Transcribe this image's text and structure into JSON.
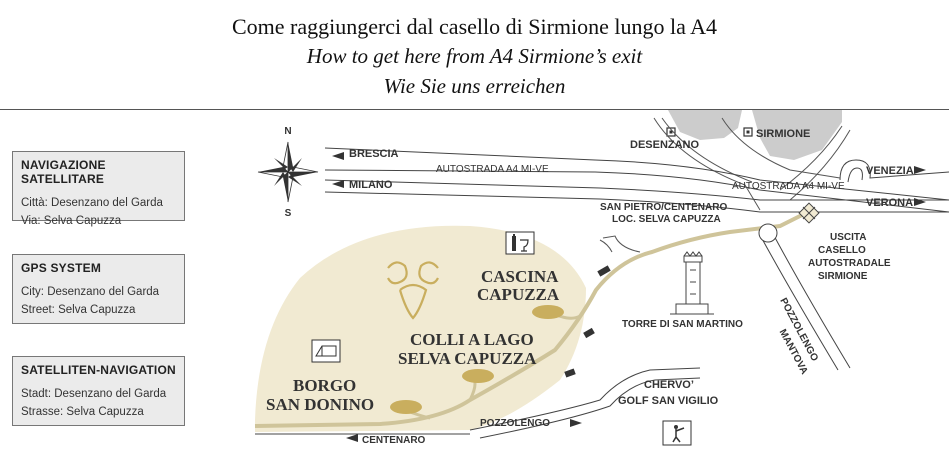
{
  "header": {
    "title_it": "Come raggiungerci dal casello di Sirmione lungo la A4",
    "title_en": "How to get here from A4 Sirmione’s exit",
    "title_de": "Wie Sie uns erreichen"
  },
  "nav_boxes": [
    {
      "title": "NAVIGAZIONE SATELLITARE",
      "line1": "Città: Desenzano del Garda",
      "line2": "Via: Selva Capuzza"
    },
    {
      "title": "GPS SYSTEM",
      "line1": "City: Desenzano del Garda",
      "line2": "Street: Selva Capuzza"
    },
    {
      "title": "SATELLITEN-NAVIGATION",
      "line1": "Stadt: Desenzano del Garda",
      "line2": "Strasse: Selva Capuzza"
    }
  ],
  "compass": {
    "north": "N",
    "south": "S"
  },
  "map": {
    "brescia": "BRESCIA",
    "milano": "MILANO",
    "desenzano": "DESENZANO",
    "sirmione": "SIRMIONE",
    "autostrada1": "AUTOSTRADA A4 MI-VE",
    "autostrada2": "AUTOSTRADA A4 MI-VE",
    "venezia": "VENEZIA",
    "verona": "VERONA",
    "san_pietro_1": "SAN PIETRO/CENTENARO",
    "san_pietro_2": "LOC. SELVA CAPUZZA",
    "uscita_1": "USCITA",
    "uscita_2": "CASELLO",
    "uscita_3": "AUTOSTRADALE",
    "uscita_4": "SIRMIONE",
    "torre": "TORRE DI SAN MARTINO",
    "pozzolengo_mantova_1": "POZZOLENGO",
    "pozzolengo_mantova_2": "MANTOVA",
    "cascina_1": "CASCINA",
    "cascina_2": "CAPUZZA",
    "colli_1": "COLLI A LAGO",
    "colli_2": "SELVA CAPUZZA",
    "borgo_1": "BORGO",
    "borgo_2": "SAN DONINO",
    "chervo_1": "CHERVO’",
    "chervo_2": "GOLF SAN VIGILIO",
    "pozzolengo": "POZZOLENGO",
    "centenaro": "CENTENARO"
  },
  "colors": {
    "area": "#f1ead2",
    "road": "#cfc49a",
    "marker": "#c9ae5e",
    "lake": "#cccccc"
  },
  "icons": [
    "compass-rose-icon",
    "wine-icon",
    "villa-icon",
    "tower-icon",
    "golf-icon",
    "arrow-left-icon",
    "arrow-right-icon"
  ]
}
